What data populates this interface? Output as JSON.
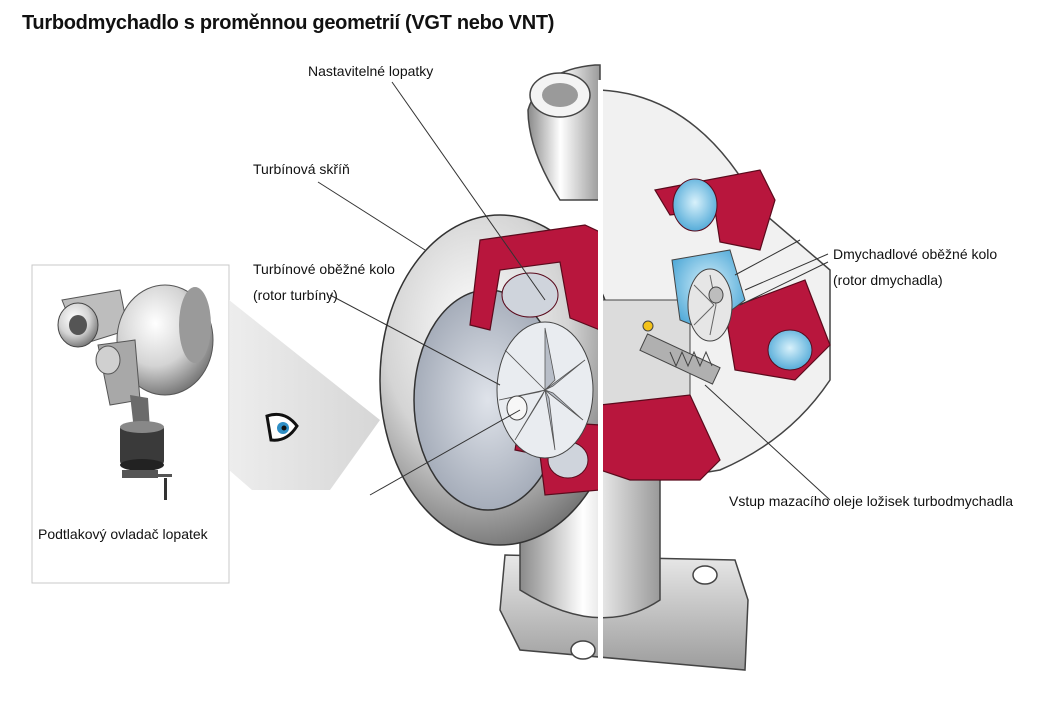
{
  "title": "Turbodmychadlo s proměnnou geometrií (VGT nebo VNT)",
  "labels": {
    "adjustable_vanes": "Nastavitelné lopatky",
    "turbine_housing": "Turbínová skříň",
    "turbine_wheel_line1": "Turbínové oběžné kolo",
    "turbine_wheel_line2": "(rotor turbíny)",
    "compressor_wheel_line1": "Dmychadlové oběžné kolo",
    "compressor_wheel_line2": "(rotor dmychadla)",
    "oil_inlet": "Vstup mazacího oleje ložisek turbodmychadla",
    "vacuum_actuator": "Podtlakový ovladač lopatek"
  },
  "colors": {
    "cut_section": "#b8163d",
    "cooling_blue": "#7ec8e8",
    "metal_light": "#eeeeee",
    "metal_dark": "#6e6e6e",
    "arrow_fill": "#d9d9d9"
  },
  "icons": {
    "view_direction": "eye-icon"
  }
}
